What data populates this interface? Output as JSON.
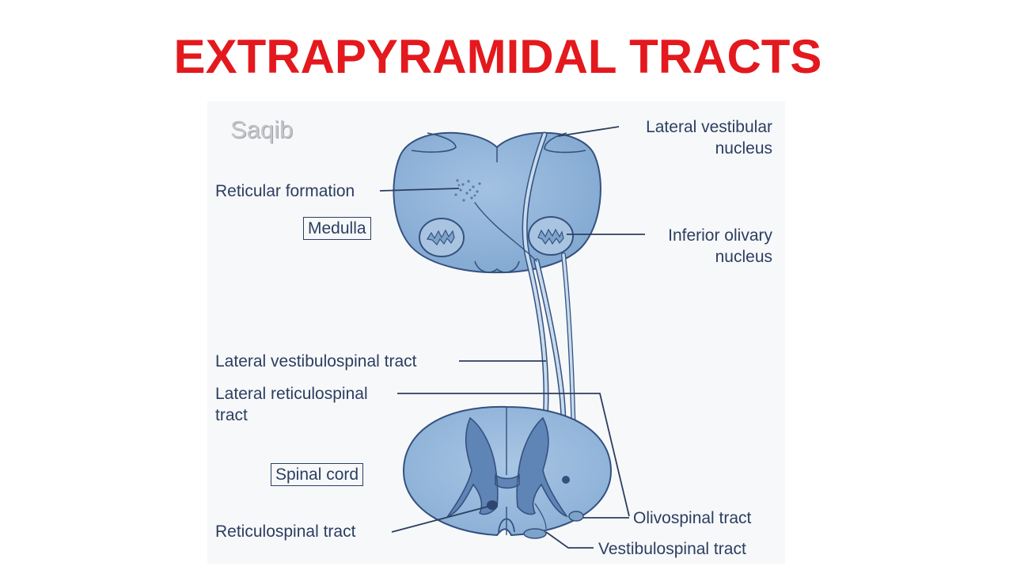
{
  "title": "EXTRAPYRAMIDAL TRACTS",
  "watermark": "Saqib",
  "colors": {
    "title": "#e3191e",
    "tissue": "#8ab0d6",
    "tissue_dark": "#5a82b3",
    "outline": "#35517f",
    "label": "#2c3e60"
  },
  "labels": {
    "lateral_vestibular_nucleus": [
      "Lateral vestibular",
      "nucleus"
    ],
    "reticular_formation": "Reticular formation",
    "medulla": "Medulla",
    "inferior_olivary_nucleus": [
      "Inferior olivary",
      "nucleus"
    ],
    "lateral_vestibulospinal_tract": "Lateral vestibulospinal tract",
    "lateral_reticulospinal_tract": [
      "Lateral reticulospinal",
      "tract"
    ],
    "spinal_cord": "Spinal cord",
    "olivospinal_tract": "Olivospinal tract",
    "reticulospinal_tract": "Reticulospinal tract",
    "vestibulospinal_tract": "Vestibulospinal tract"
  }
}
